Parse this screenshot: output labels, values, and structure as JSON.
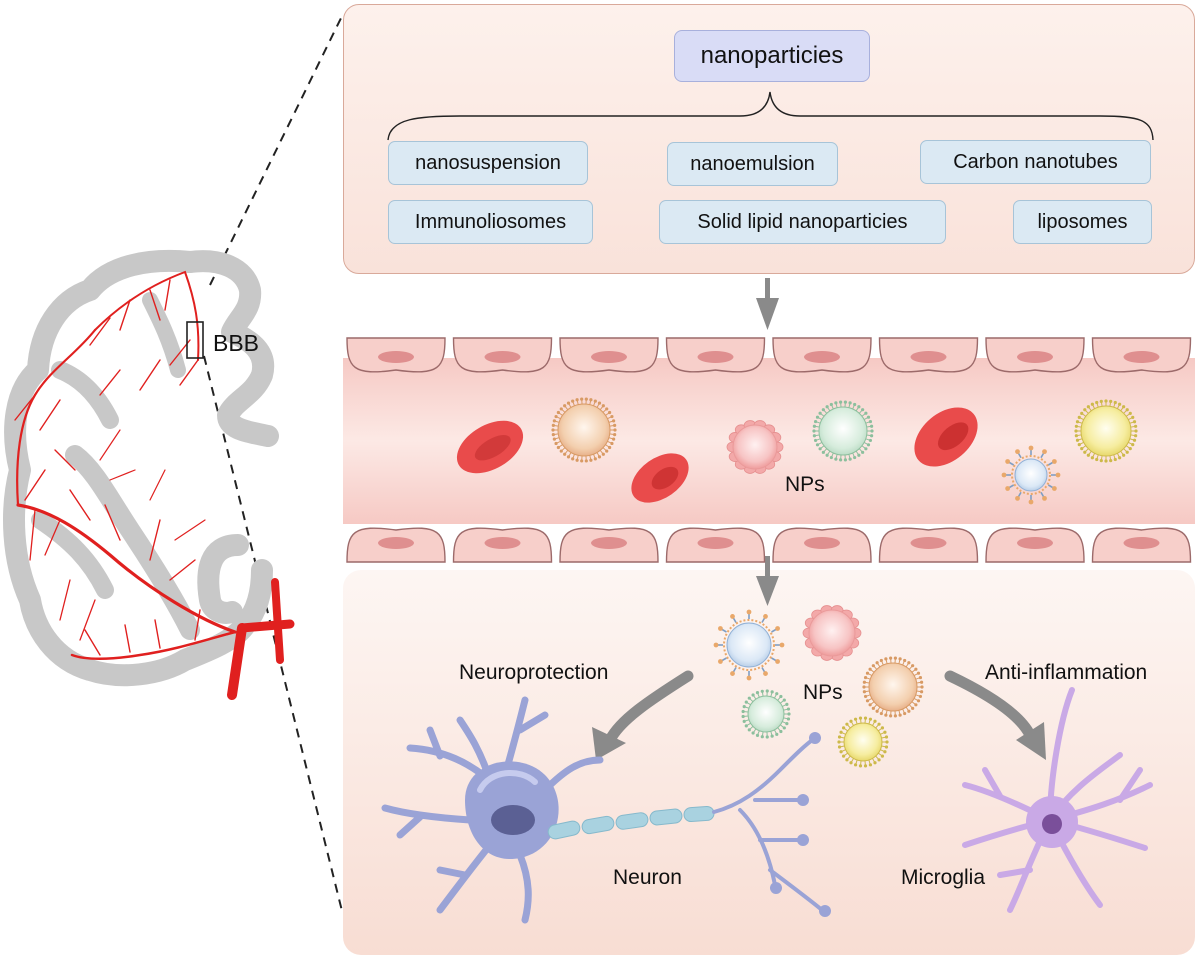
{
  "nanoparticles_header": "nanoparticies",
  "nanoparticle_types": [
    "nanosuspension",
    "nanoemulsion",
    "Carbon nanotubes",
    "Immunoliosomes",
    "Solid lipid nanoparticies",
    "liposomes"
  ],
  "brain_label": "BBB",
  "vessel_label": "NPs",
  "cns_label": "NPs",
  "effect_left": "Neuroprotection",
  "effect_right": "Anti-inflammation",
  "cell_left": "Neuron",
  "cell_right": "Microglia",
  "colors": {
    "panel_fill": "#fbe8e1",
    "panel_border": "#d9a99a",
    "header_box": "#d9dcf6",
    "type_box": "#dbe9f3",
    "vessel_red": "#e0201f",
    "brain_gray": "#c8c8c8",
    "rbc": "#e85454",
    "neuron": "#9aa3d6",
    "microglia": "#c9a9e6",
    "arrow_gray": "#8a8a8a"
  }
}
